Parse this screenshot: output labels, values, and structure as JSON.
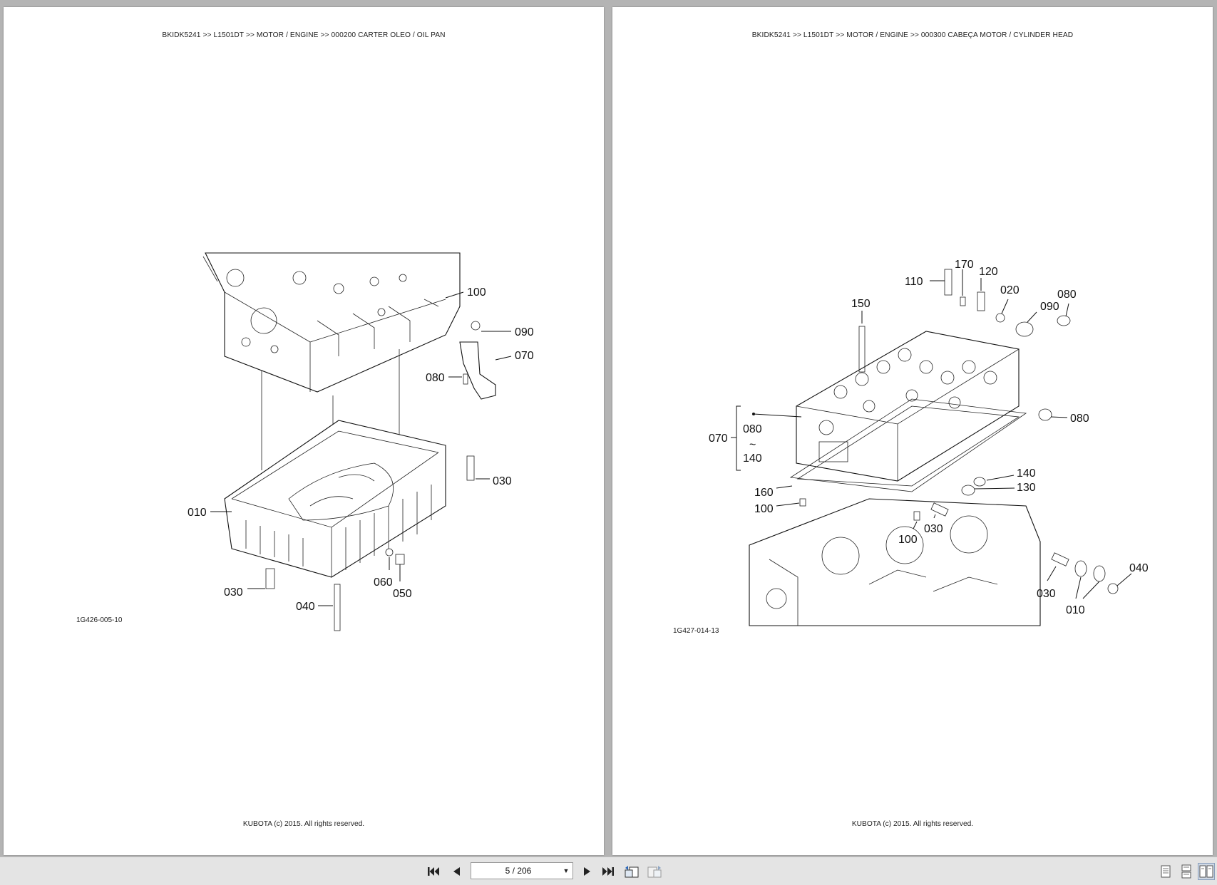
{
  "pages": [
    {
      "header": "BKIDK5241 >> L1501DT >> MOTOR / ENGINE >> 000200   CARTER OLEO / OIL PAN",
      "figure_code": "1G426-005-10",
      "footer": "KUBOTA (c) 2015. All rights reserved.",
      "callouts": [
        "100",
        "090",
        "070",
        "080",
        "030",
        "010",
        "030",
        "040",
        "060",
        "050"
      ]
    },
    {
      "header": "BKIDK5241 >> L1501DT >> MOTOR / ENGINE >> 000300   CABEÇA MOTOR / CYLINDER HEAD",
      "figure_code": "1G427-014-13",
      "footer": "KUBOTA (c) 2015. All rights reserved.",
      "callouts": [
        "110",
        "170",
        "120",
        "020",
        "090",
        "080",
        "150",
        "080",
        "070",
        "080",
        "~",
        "140",
        "160",
        "100",
        "140",
        "130",
        "100",
        "030",
        "030",
        "010",
        "040"
      ]
    }
  ],
  "toolbar": {
    "page_indicator": "5 / 206",
    "icons": [
      "first-page-icon",
      "previous-page-icon",
      "next-page-icon",
      "last-page-icon",
      "go-back-icon",
      "go-forward-icon",
      "single-page-view-icon",
      "continuous-view-icon",
      "facing-pages-view-icon"
    ]
  }
}
